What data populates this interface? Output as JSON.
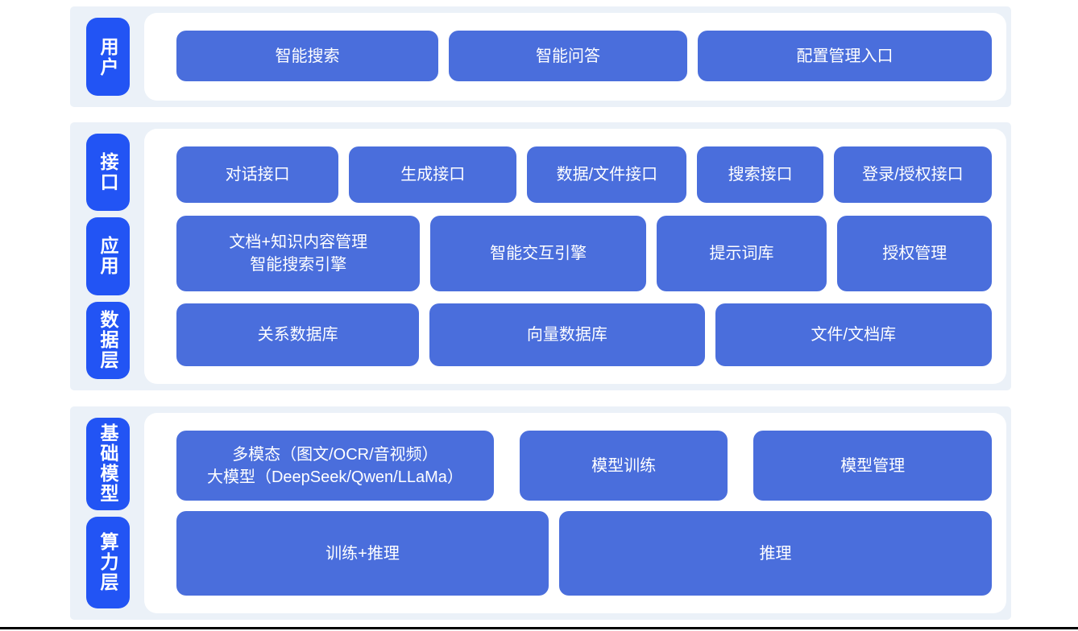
{
  "colors": {
    "band_bg": "#ebf1f8",
    "panel_bg": "#ffffff",
    "button_bg": "#4a6edc",
    "label_bg": "#2254f4",
    "text": "#ffffff"
  },
  "bands": [
    {
      "labels": [
        {
          "text": "用户"
        }
      ],
      "rows": [
        {
          "buttons": [
            {
              "label": "智能搜索"
            },
            {
              "label": "智能问答"
            },
            {
              "label": "配置管理入口"
            }
          ]
        }
      ]
    },
    {
      "labels": [
        {
          "text": "接口"
        },
        {
          "text": "应用"
        },
        {
          "text": "数据层"
        }
      ],
      "rows": [
        {
          "buttons": [
            {
              "label": "对话接口"
            },
            {
              "label": "生成接口"
            },
            {
              "label": "数据/文件接口"
            },
            {
              "label": "搜索接口"
            },
            {
              "label": "登录/授权接口"
            }
          ]
        },
        {
          "buttons": [
            {
              "label": "文档+知识内容管理\n智能搜索引擎"
            },
            {
              "label": "智能交互引擎"
            },
            {
              "label": "提示词库"
            },
            {
              "label": "授权管理"
            }
          ]
        },
        {
          "buttons": [
            {
              "label": "关系数据库"
            },
            {
              "label": "向量数据库"
            },
            {
              "label": "文件/文档库"
            }
          ]
        }
      ]
    },
    {
      "labels": [
        {
          "text": "基础模型"
        },
        {
          "text": "算力层"
        }
      ],
      "rows": [
        {
          "buttons": [
            {
              "label": "多模态（图文/OCR/音视频）\n大模型（DeepSeek/Qwen/LLaMa）"
            },
            {
              "label": "模型训练"
            },
            {
              "label": "模型管理"
            }
          ]
        },
        {
          "buttons": [
            {
              "label": "训练+推理"
            },
            {
              "label": "推理"
            }
          ]
        }
      ]
    }
  ]
}
